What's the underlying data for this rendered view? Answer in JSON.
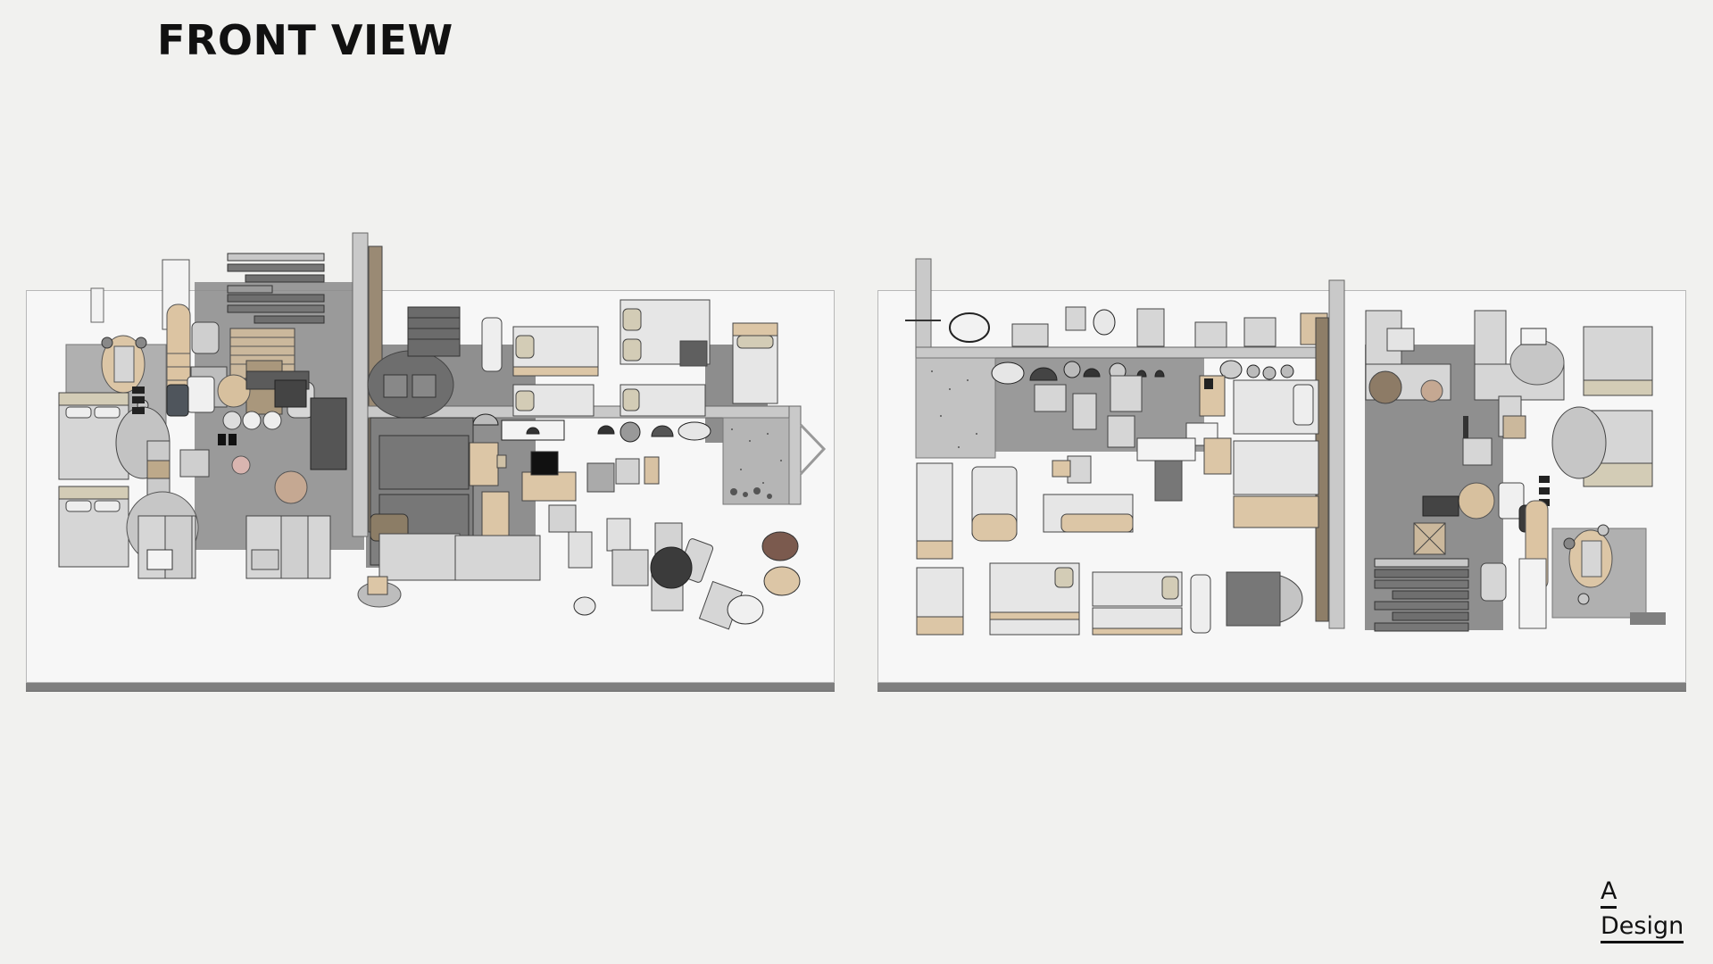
{
  "page": {
    "title": "FRONT VIEW",
    "background": "#f1f1ef"
  },
  "views": [
    {
      "id": "left-layout",
      "description": "Isometric front view of furniture layout: bedrooms, living lounge, dining, workspace, kitchen with pendant lamps, bunk beds, lounge chairs and side tables",
      "panel_color": "#f7f7f7",
      "base_color": "#7f7f7f"
    },
    {
      "id": "right-layout",
      "description": "Mirrored isometric front view of the same furniture layout",
      "panel_color": "#f7f7f7",
      "base_color": "#7f7f7f"
    }
  ],
  "palette": {
    "wood": "#d8c3a5",
    "fabric_light": "#d9d9d9",
    "fabric_mid": "#a9a9a9",
    "dark": "#595959",
    "shadow": "#8c8c8c",
    "wall": "#c9c9c9",
    "terrazzo": "#c4c4c4",
    "accent_brown": "#7b5a4e"
  },
  "logo": {
    "line1": "A",
    "line2": "Design"
  }
}
